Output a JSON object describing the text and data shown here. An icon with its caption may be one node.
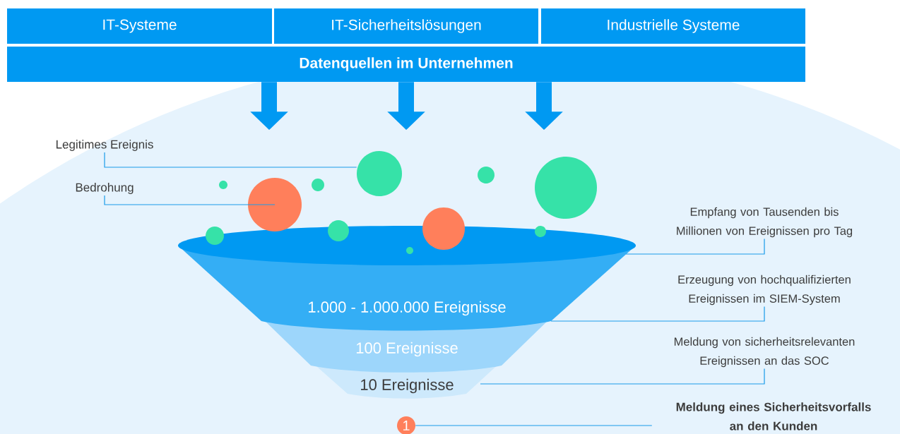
{
  "diagram": {
    "nodes": [
      {
        "text": [
          "IT-Systeme"
        ]
      },
      {
        "text": [
          "IT-Sicherheitslösungen"
        ]
      },
      {
        "text": [
          "Industrielle Systeme"
        ]
      },
      {
        "text": [
          "Datenquellen im Unternehmen"
        ]
      },
      {
        "text": [
          "Legitimes Ereignis"
        ]
      },
      {
        "text": [],
        "shape": "circle"
      },
      {
        "text": [
          "Bedrohung"
        ]
      },
      {
        "text": [],
        "shape": "circle"
      },
      {
        "text": [],
        "shape": "ellipse"
      },
      {
        "text": [
          "1.000 - 1.000.000 Ereignisse"
        ]
      },
      {
        "text": [
          "100 Ereignisse"
        ]
      },
      {
        "text": [
          "10 Ereignisse"
        ]
      },
      {
        "text": [
          "Empfang von Tausenden bis Millionen von Ereignissen pro Tag"
        ]
      },
      {
        "text": [
          "Erzeugung von hochqualifizierten Ereignissen im SIEM-System"
        ]
      },
      {
        "text": [
          "Meldung von sicherheitsrelevanten Ereignissen an das SOC"
        ]
      },
      {
        "text": [
          "1"
        ]
      },
      {
        "text": [
          "Meldung eines Sicherheitsvorfalls an den Kunden"
        ]
      }
    ],
    "edges": [
      {
        "from": 3,
        "to": null,
        "arrow": "to",
        "style": "thick"
      },
      {
        "from": 3,
        "to": null,
        "arrow": "to",
        "style": "thick"
      },
      {
        "from": 3,
        "to": null,
        "arrow": "to",
        "style": "thick"
      },
      {
        "from": 4,
        "to": 5,
        "arrow": "none"
      },
      {
        "from": 6,
        "to": 7,
        "arrow": "none"
      },
      {
        "from": 12,
        "to": 8,
        "arrow": "none"
      },
      {
        "from": 13,
        "to": 9,
        "arrow": "none"
      },
      {
        "from": 14,
        "to": 11,
        "arrow": "none"
      },
      {
        "from": 16,
        "to": 15,
        "arrow": "none"
      }
    ]
  }
}
